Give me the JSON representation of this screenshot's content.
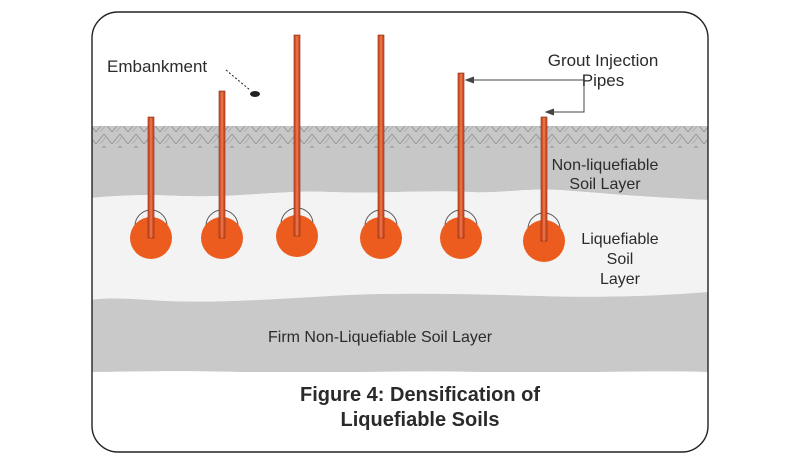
{
  "labels": {
    "embankment": "Embankment",
    "grout_line1": "Grout Injection",
    "grout_line2": "Pipes",
    "nonliq_line1": "Non-liquefiable",
    "nonliq_line2": "Soil Layer",
    "liq_line1": "Liquefiable",
    "liq_line2": "Soil",
    "liq_line3": "Layer",
    "firm": "Firm Non-Liquefiable Soil Layer"
  },
  "caption": {
    "line1": "Figure 4: Densification of",
    "line2": "Liquefiable Soils"
  },
  "colors": {
    "frame": "#222222",
    "pipe": "#d9532a",
    "bulb": "#ec5c1e",
    "gray_layer": "#c6c6c6",
    "light_layer": "#f4f4f4",
    "hatch": "#9a9a9a"
  },
  "pipes": {
    "count": 6
  }
}
